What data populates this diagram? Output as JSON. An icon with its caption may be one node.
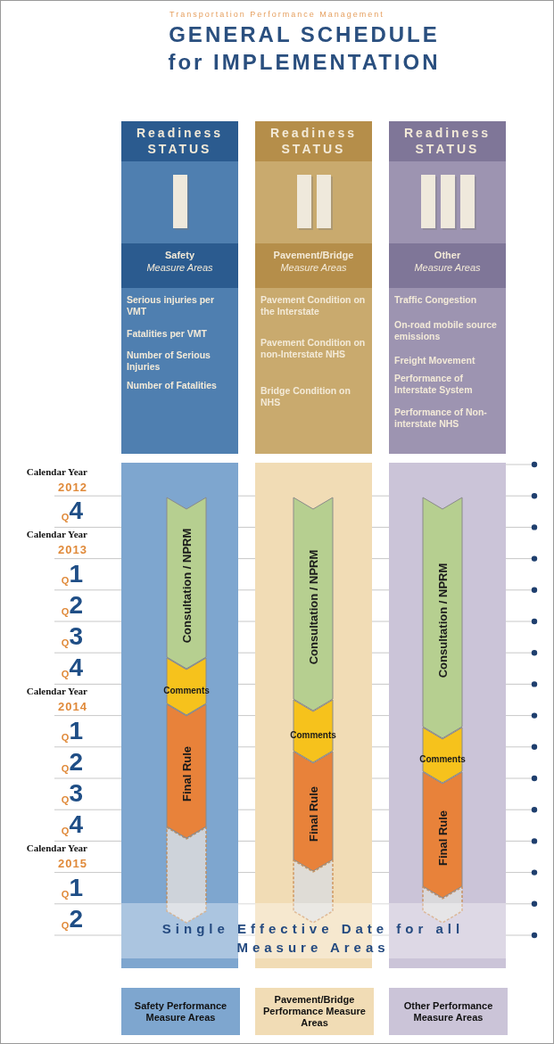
{
  "diagram": {
    "title": "GENERAL SCHEDULE for IMPLEMENTATION",
    "nodes": [
      {
        "text": [
          "Readiness STATUS",
          "**Safety** *Measure Areas*",
          "Serious injuries per VMT",
          "Fatalities per VMT",
          "Number of Serious Injuries",
          "Number of Fatalities"
        ]
      },
      {
        "text": [
          "Readiness STATUS",
          "**Pavement/Bridge** *Measure Areas*",
          "Pavement Condition on the Interstate",
          "Pavement Condition on non-Interstate NHS",
          "Bridge Condition on NHS"
        ]
      },
      {
        "text": [
          "Readiness STATUS",
          "**Other** *Measure Areas*",
          "Traffic Congestion",
          "On-road mobile source emissions",
          "Freight Movement",
          "Performance of Interstate System",
          "Performance of Non-interstate NHS"
        ]
      },
      {
        "text": [],
        "shape": "bar"
      },
      {
        "text": [],
        "shape": "bar"
      },
      {
        "text": [],
        "shape": "bar"
      },
      {
        "text": [
          "Consultation / NPRM"
        ],
        "in": 3
      },
      {
        "text": [
          "Comments"
        ],
        "in": 3
      },
      {
        "text": [
          "Final Rule"
        ],
        "in": 3
      },
      {
        "text": [],
        "shape": "chevron",
        "in": 3
      },
      {
        "text": [
          "Consultation / NPRM"
        ],
        "in": 4
      },
      {
        "text": [
          "Comments"
        ],
        "in": 4
      },
      {
        "text": [
          "Final Rule"
        ],
        "in": 4
      },
      {
        "text": [],
        "shape": "chevron",
        "in": 4
      },
      {
        "text": [
          "Consultation / NPRM"
        ],
        "in": 5
      },
      {
        "text": [
          "Comments"
        ],
        "in": 5
      },
      {
        "text": [
          "Final Rule"
        ],
        "in": 5
      },
      {
        "text": [],
        "shape": "chevron",
        "in": 5
      },
      {
        "text": [
          "Single Effective Date for all Measure Areas"
        ]
      },
      {
        "text": [
          "Safety Performance Measure Areas"
        ]
      },
      {
        "text": [
          "Pavement/Bridge Performance Measure Areas"
        ]
      },
      {
        "text": [
          "Other Performance Measure Areas"
        ]
      }
    ],
    "labels": [
      "Transportation Performance Management",
      "Calendar Year",
      "2012",
      "$_{Q}$4",
      "Calendar Year",
      "2013",
      "$_{Q}$1",
      "$_{Q}$2",
      "$_{Q}$3",
      "$_{Q}$4",
      "Calendar Year",
      "2014",
      "$_{Q}$1",
      "$_{Q}$2",
      "$_{Q}$3",
      "$_{Q}$4",
      "Calendar Year",
      "2015",
      "$_{Q}$1",
      "$_{Q}$2"
    ]
  }
}
